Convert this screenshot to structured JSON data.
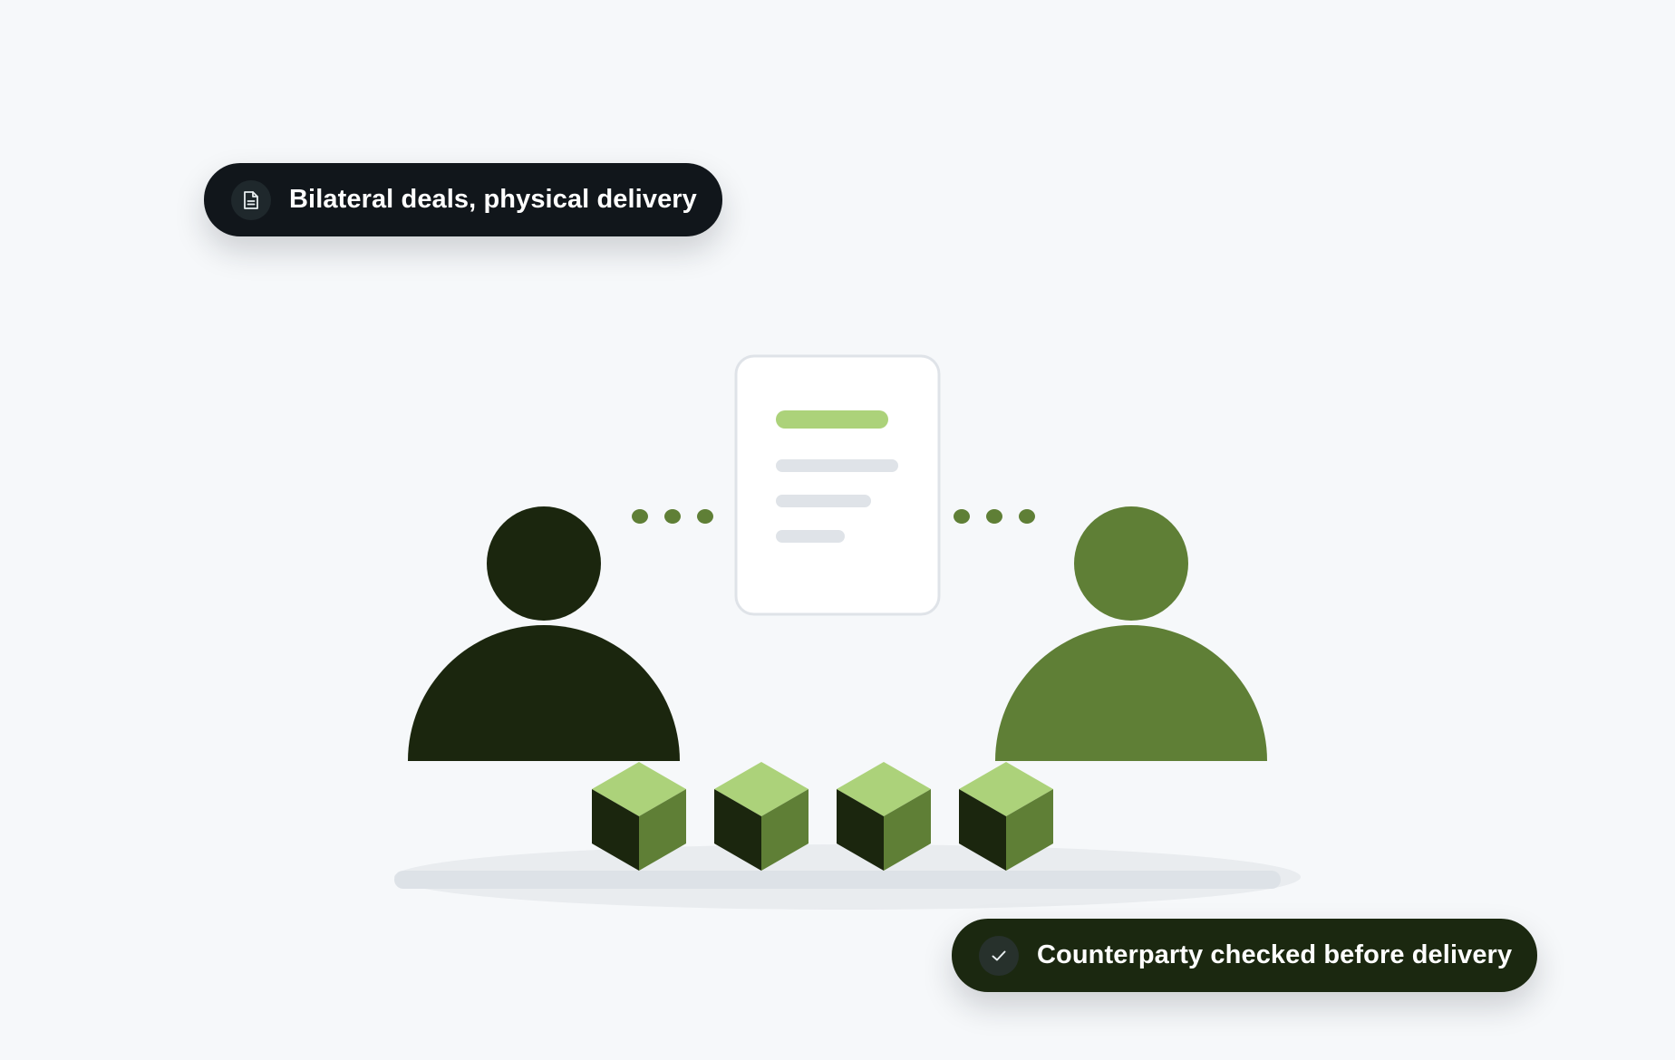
{
  "badges": {
    "top": {
      "text": "Bilateral deals, physical delivery",
      "icon": "document-icon"
    },
    "bottom": {
      "text": "Counterparty checked before delivery",
      "icon": "checkmark-icon"
    }
  },
  "colors": {
    "background": "#f6f8fa",
    "dark_green": "#1b260e",
    "mid_green": "#5f7f36",
    "light_green": "#acd27a",
    "badge_top_bg": "#11161b",
    "badge_bottom_bg": "#1b2810",
    "document_line": "#dfe3e8"
  },
  "illustration": {
    "parties": [
      "left-party",
      "right-party"
    ],
    "goods_count": 4,
    "dots_per_connector": 3
  }
}
